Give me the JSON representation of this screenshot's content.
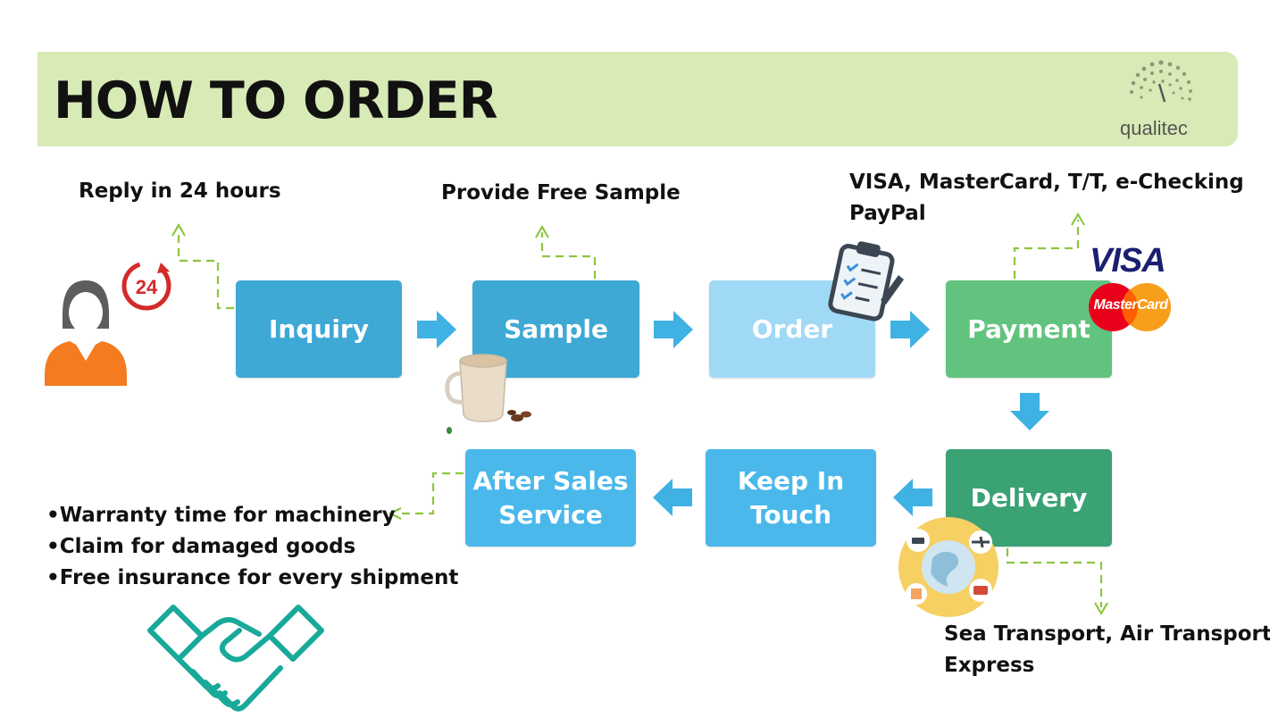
{
  "header": {
    "title": "HOW TO ORDER",
    "logo_text": "qualitec"
  },
  "steps": {
    "inquiry": "Inquiry",
    "sample": "Sample",
    "order": "Order",
    "payment": "Payment",
    "delivery": "Delivery",
    "keep_in_touch": "Keep In\nTouch",
    "after_sales": "After Sales\nService"
  },
  "notes": {
    "reply": "Reply in 24 hours",
    "free_sample": "Provide Free Sample",
    "payment_methods_line1": "VISA, MasterCard, T/T, e-Checking",
    "payment_methods_line2": "PayPal",
    "transport_line1": "Sea Transport, Air Transport,",
    "transport_line2": "Express",
    "after_sales_items": [
      "•Warranty time for machinery",
      "•Claim for damaged goods",
      "•Free insurance for every shipment"
    ]
  },
  "brand_marks": {
    "visa": "VISA",
    "mastercard": "MasterCard",
    "clock_badge": "24"
  },
  "colors": {
    "header_band": "#d8eab5",
    "inquiry": "#3ea9d4",
    "sample": "#3ea9d4",
    "order": "#9fd9f6",
    "payment": "#62c37e",
    "delivery": "#3aa273",
    "keep_in_touch": "#4ab8eb",
    "after_sales": "#4ab8eb",
    "flow_arrow": "#3fb1e3",
    "dashed_connector": "#8cc63f",
    "visa_blue": "#1a1f71",
    "handshake": "#18a99a"
  }
}
